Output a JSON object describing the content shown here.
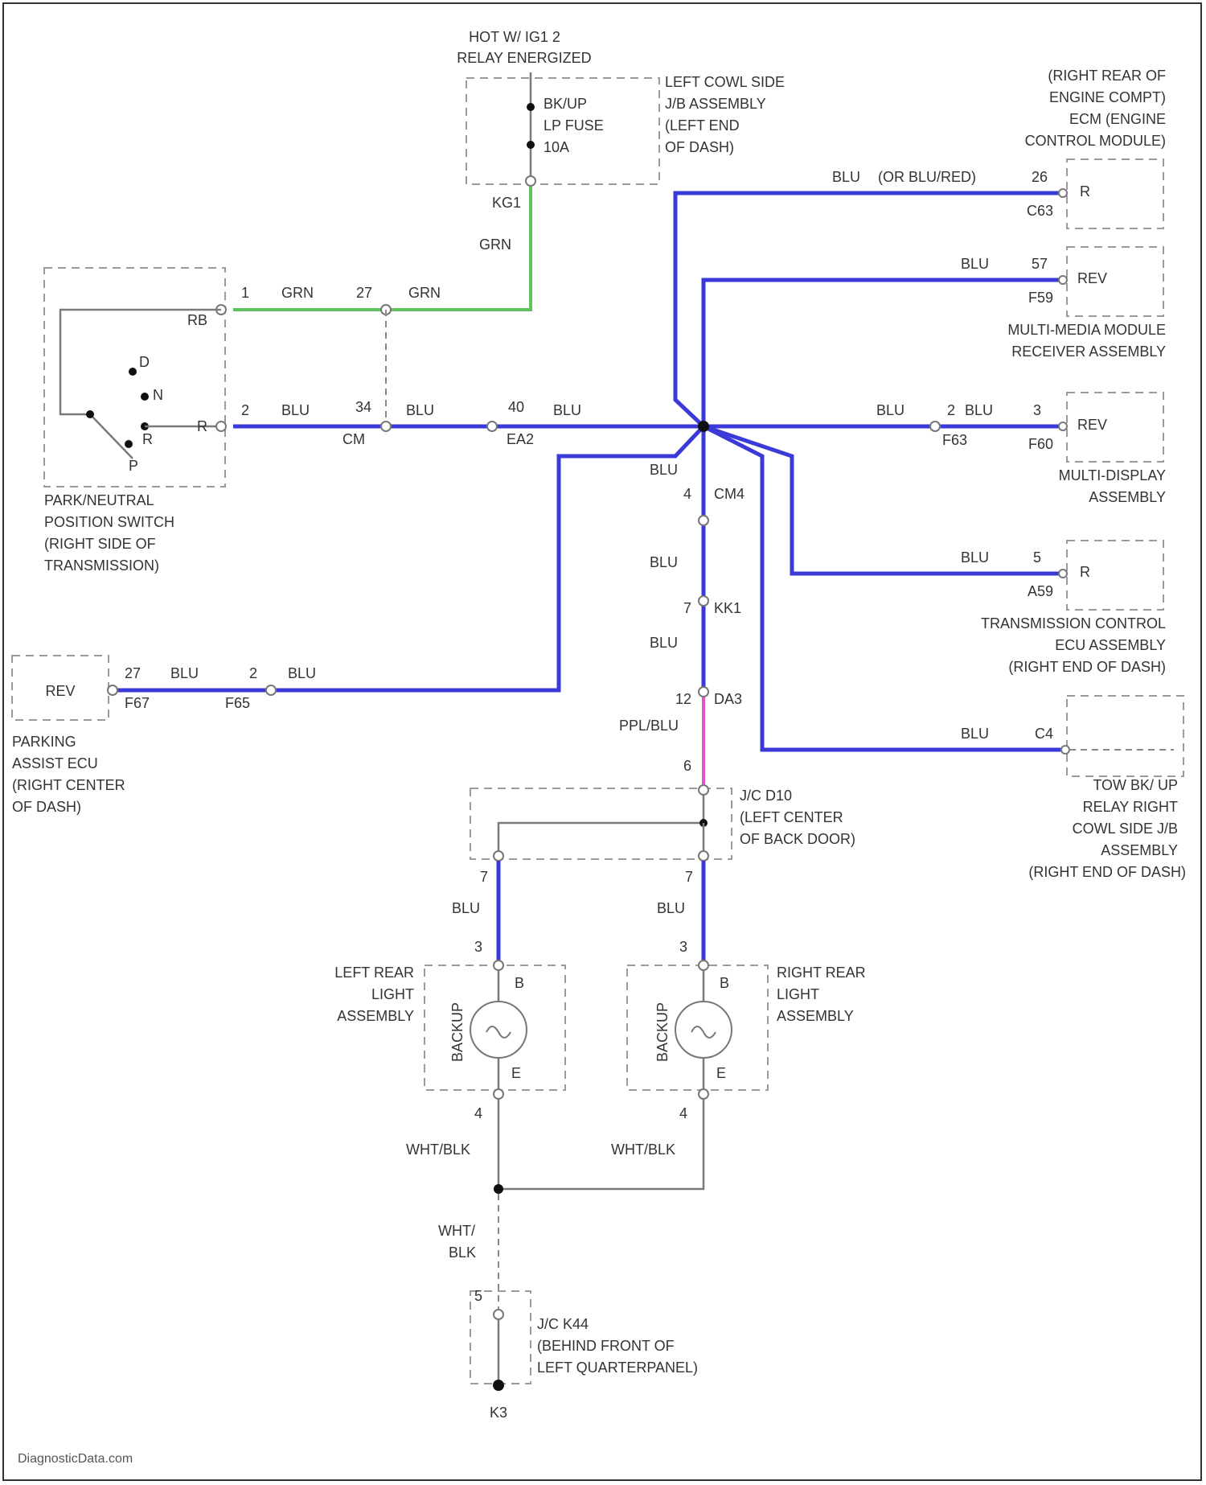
{
  "relay_note": [
    "HOT W/ IG1 2",
    "RELAY ENERGIZED"
  ],
  "fuse": {
    "lines": [
      "BK/UP",
      "LP FUSE",
      "10A"
    ],
    "location": [
      "LEFT COWL SIDE",
      "J/B ASSEMBLY",
      "(LEFT END",
      "OF DASH)"
    ],
    "connector": "KG1"
  },
  "ecm": {
    "title": [
      "(RIGHT REAR OF",
      "ENGINE COMPT)",
      "ECM (ENGINE",
      "CONTROL MODULE)"
    ],
    "wire": "BLU",
    "note": "(OR BLU/RED)",
    "pin": "26",
    "conn": "C63",
    "term": "R"
  },
  "mm": {
    "wire": "BLU",
    "pin": "57",
    "conn": "F59",
    "term": "REV",
    "title": [
      "MULTI-MEDIA MODULE",
      "RECEIVER ASSEMBLY"
    ]
  },
  "md": {
    "wire1": "BLU",
    "pin1": "2",
    "conn1": "F63",
    "wire2": "BLU",
    "pin2": "3",
    "conn2": "F60",
    "term": "REV",
    "title": [
      "MULTI-DISPLAY",
      "ASSEMBLY"
    ]
  },
  "tcm": {
    "wire": "BLU",
    "pin": "5",
    "conn": "A59",
    "term": "R",
    "title": [
      "TRANSMISSION CONTROL",
      "ECU ASSEMBLY",
      "(RIGHT END OF DASH)"
    ]
  },
  "tow": {
    "wire": "BLU",
    "pin": "C4",
    "title": [
      "TOW BK/ UP",
      "RELAY RIGHT",
      "COWL SIDE J/B",
      "ASSEMBLY",
      "(RIGHT END OF DASH)"
    ]
  },
  "pns": {
    "title": [
      "PARK/NEUTRAL",
      "POSITION SWITCH",
      "(RIGHT SIDE OF",
      "TRANSMISSION)"
    ],
    "rb": "RB",
    "pin_rb": "1",
    "pin_rl": "2",
    "term_r": "R",
    "positions": [
      "D",
      "N",
      "R",
      "P"
    ]
  },
  "grn_wires": {
    "w1": "GRN",
    "pin": "27",
    "w2": "GRN",
    "w3": "GRN"
  },
  "rev_path": {
    "w1": "BLU",
    "pin1": "34",
    "conn1": "CM",
    "w2": "BLU",
    "pin2": "40",
    "conn2": "EA2",
    "w3": "BLU"
  },
  "pa": {
    "term": "REV",
    "pin1": "27",
    "conn1": "F67",
    "w1": "BLU",
    "pin2": "2",
    "conn2": "F65",
    "w2": "BLU",
    "title": [
      "PARKING",
      "ASSIST ECU",
      "(RIGHT CENTER",
      "OF DASH)"
    ]
  },
  "trunk": {
    "w1": "BLU",
    "pin1": "4",
    "conn1": "CM4",
    "w2": "BLU",
    "pin2": "7",
    "conn2": "KK1",
    "w3": "BLU",
    "pin3": "12",
    "conn3": "DA3",
    "w4": "PPL/BLU",
    "pin4": "6"
  },
  "jc_d10": {
    "title": [
      "J/C D10",
      "(LEFT CENTER",
      "OF BACK DOOR)"
    ],
    "pin_left": "7",
    "pin_right": "7"
  },
  "lamps": {
    "left_wire": "BLU",
    "right_wire": "BLU",
    "left_pin_top": "3",
    "right_pin_top": "3",
    "left_b": "B",
    "right_b": "B",
    "left_e": "E",
    "right_e": "E",
    "left_label": "BACKUP",
    "right_label": "BACKUP",
    "left_title": [
      "LEFT REAR",
      "LIGHT",
      "ASSEMBLY"
    ],
    "right_title": [
      "RIGHT REAR",
      "LIGHT",
      "ASSEMBLY"
    ],
    "left_pin_bot": "4",
    "right_pin_bot": "4",
    "left_gnd_wire": "WHT/BLK",
    "right_gnd_wire": "WHT/BLK"
  },
  "ground": {
    "wire": [
      "WHT/",
      "BLK"
    ],
    "pin": "5",
    "jc": [
      "J/C K44",
      "(BEHIND FRONT OF",
      "LEFT QUARTERPANEL)"
    ],
    "name": "K3"
  },
  "footer": "DiagnosticData.com"
}
